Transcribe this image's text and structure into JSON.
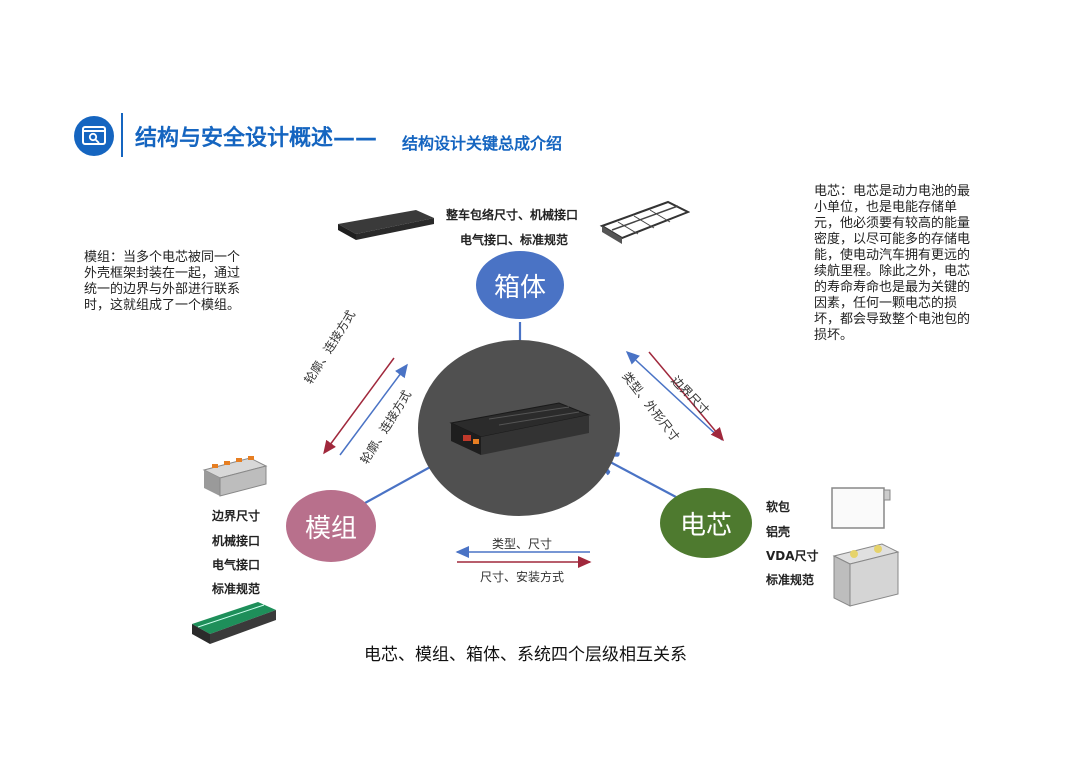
{
  "header": {
    "title": "结构与安全设计概述",
    "dash": "——",
    "subtitle": "结构设计关键总成介绍"
  },
  "nodes": {
    "pack": "箱体",
    "module": "模组",
    "cell": "电芯"
  },
  "module_desc": "模组：当多个电芯被同一个外壳框架封装在一起，通过统一的边界与外部进行联系时，这就组成了一个模组。",
  "cell_desc": "电芯：电芯是动力电池的最小单位，也是电能存储单元，他必须要有较高的能量密度，以尽可能多的存储电能，使电动汽车拥有更远的续航里程。除此之外，电芯的寿命寿命也是最为关键的因素，任何一颗电芯的损坏，都会导致整个电池包的损坏。",
  "pack_specs": [
    "整车包络尺寸、机械接口",
    "电气接口、标准规范"
  ],
  "module_specs": [
    "边界尺寸",
    "机械接口",
    "电气接口",
    "标准规范"
  ],
  "cell_specs": [
    "软包",
    "铝壳",
    "VDA尺寸",
    "标准规范"
  ],
  "arrow_labels": {
    "left_upper": "轮廓、连接方式",
    "left_lower": "轮廓、连接方式",
    "right_upper": "边界尺寸",
    "right_lower": "类型、外形尺寸",
    "bottom_upper": "类型、尺寸",
    "bottom_lower": "尺寸、安装方式"
  },
  "caption": "电芯、模组、箱体、系统四个层级相互关系",
  "colors": {
    "brand_blue": "#1565c0",
    "pack_blue": "#4a73c5",
    "module_pink": "#b8708c",
    "cell_green": "#4e7a2f",
    "system_gray": "#505050",
    "arrow_blue": "#4a73c5",
    "arrow_red": "#a0283c"
  }
}
